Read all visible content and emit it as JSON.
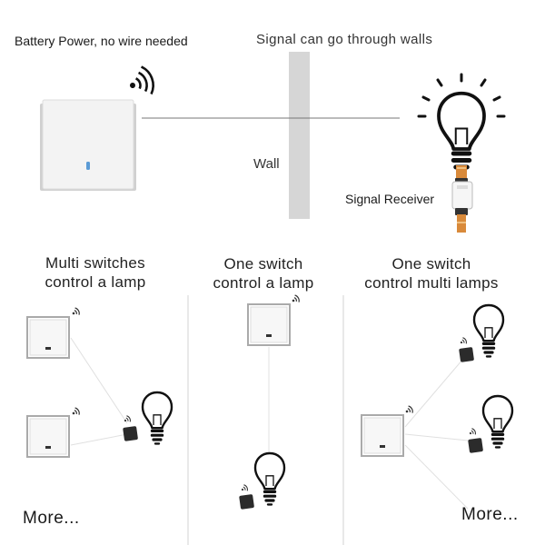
{
  "top": {
    "battery_note": "Battery Power, no wire needed",
    "walls_note": "Signal can go through walls",
    "wall_label": "Wall",
    "receiver_label": "Signal Receiver"
  },
  "panels": [
    {
      "line1": "Multi switches",
      "line2": "control a lamp",
      "more": "More..."
    },
    {
      "line1": "One switch",
      "line2": "control a lamp"
    },
    {
      "line1": "One switch",
      "line2": "control multi lamps",
      "more": "More..."
    }
  ],
  "colors": {
    "switch_frame": "#bdbdbd",
    "wall": "#d6d6d6",
    "led": "#5b9bd5",
    "receiver": "#2b2b2b",
    "wire_orange": "#d98a3a"
  }
}
